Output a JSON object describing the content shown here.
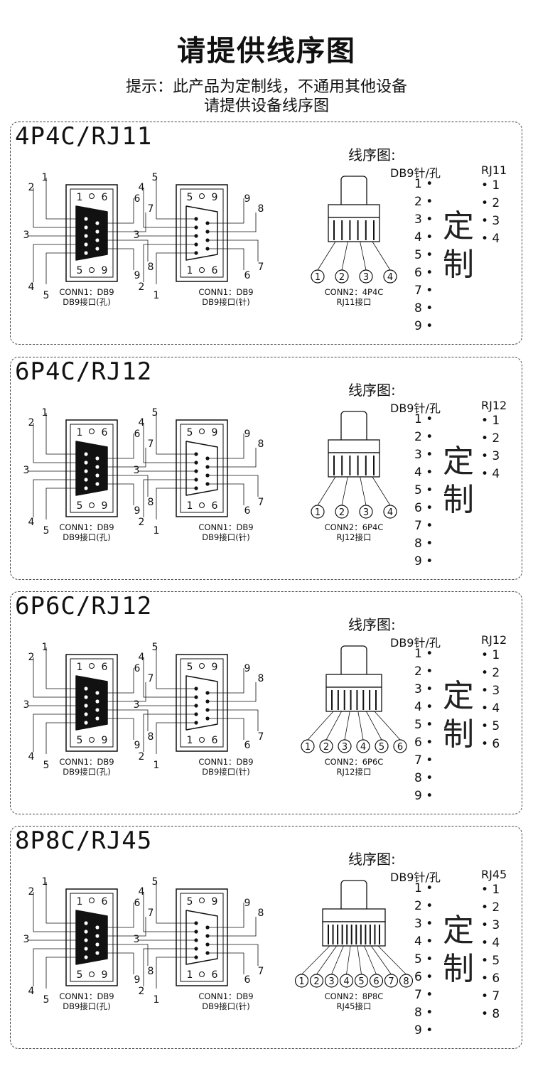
{
  "title": "请提供线序图",
  "subtitle_line1": "提示：此产品为定制线，不通用其他设备",
  "subtitle_line2": "请提供设备线序图",
  "panels": [
    {
      "title": "4P4C/RJ11",
      "wiring_label": "线序图:",
      "db9_header": "DB9针/孔",
      "rj_header": "RJ11",
      "db9_pins": [
        "1 •",
        "2 •",
        "3 •",
        "4 •",
        "5 •",
        "6 •",
        "7 •",
        "8 •",
        "9 •"
      ],
      "rj_pins": [
        "• 1",
        "• 2",
        "• 3",
        "• 4"
      ],
      "custom": "定制",
      "conn_female": [
        "CONN1：DB9",
        "DB9接口(孔)"
      ],
      "conn_male": [
        "CONN1：DB9",
        "DB9接口(针)"
      ],
      "conn_rj": [
        "CONN2：4P4C",
        "RJ11接口"
      ],
      "rj_count": 4
    },
    {
      "title": "6P4C/RJ12",
      "wiring_label": "线序图:",
      "db9_header": "DB9针/孔",
      "rj_header": "RJ12",
      "db9_pins": [
        "1 •",
        "2 •",
        "3 •",
        "4 •",
        "5 •",
        "6 •",
        "7 •",
        "8 •",
        "9 •"
      ],
      "rj_pins": [
        "• 1",
        "• 2",
        "• 3",
        "• 4"
      ],
      "custom": "定制",
      "conn_female": [
        "CONN1：DB9",
        "DB9接口(孔)"
      ],
      "conn_male": [
        "CONN1：DB9",
        "DB9接口(针)"
      ],
      "conn_rj": [
        "CONN2：6P4C",
        "RJ12接口"
      ],
      "rj_count": 4
    },
    {
      "title": "6P6C/RJ12",
      "wiring_label": "线序图:",
      "db9_header": "DB9针/孔",
      "rj_header": "RJ12",
      "db9_pins": [
        "1 •",
        "2 •",
        "3 •",
        "4 •",
        "5 •",
        "6 •",
        "7 •",
        "8 •",
        "9 •"
      ],
      "rj_pins": [
        "• 1",
        "• 2",
        "• 3",
        "• 4",
        "• 5",
        "• 6"
      ],
      "custom": "定制",
      "conn_female": [
        "CONN1：DB9",
        "DB9接口(孔)"
      ],
      "conn_male": [
        "CONN1：DB9",
        "DB9接口(针)"
      ],
      "conn_rj": [
        "CONN2：6P6C",
        "RJ12接口"
      ],
      "rj_count": 6
    },
    {
      "title": "8P8C/RJ45",
      "wiring_label": "线序图:",
      "db9_header": "DB9针/孔",
      "rj_header": "RJ45",
      "db9_pins": [
        "1 •",
        "2 •",
        "3 •",
        "4 •",
        "5 •",
        "6 •",
        "7 •",
        "8 •",
        "9 •"
      ],
      "rj_pins": [
        "• 1",
        "• 2",
        "• 3",
        "• 4",
        "• 5",
        "• 6",
        "• 7",
        "• 8"
      ],
      "custom": "定制",
      "conn_female": [
        "CONN1：DB9",
        "DB9接口(孔)"
      ],
      "conn_male": [
        "CONN1：DB9",
        "DB9接口(针)"
      ],
      "conn_rj": [
        "CONN2：8P8C",
        "RJ45接口"
      ],
      "rj_count": 8
    }
  ]
}
